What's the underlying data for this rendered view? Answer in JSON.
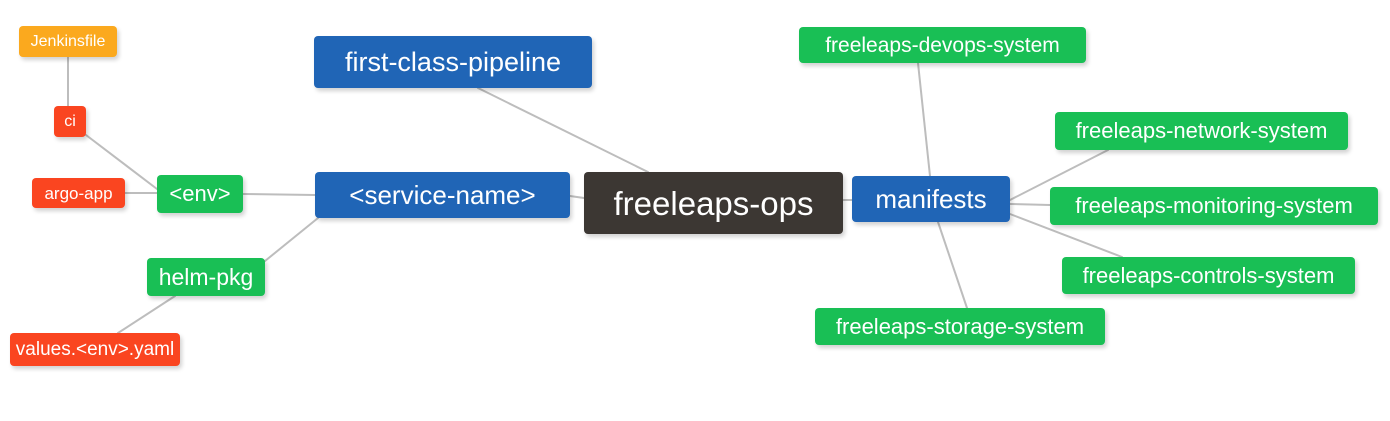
{
  "diagram": {
    "type": "mindmap",
    "title": "freeleaps-ops",
    "background": "#ffffff",
    "edge_color": "#bdbdbd",
    "palette": {
      "root": "#3c3733",
      "blue": "#2065b6",
      "green": "#19bf55",
      "orange": "#fba91e",
      "red": "#fa4520",
      "text": "#ffffff"
    }
  },
  "nodes": {
    "root": {
      "label": "freeleaps-ops"
    },
    "service_name": {
      "label": "<service-name>"
    },
    "first_class_pipeline": {
      "label": "first-class-pipeline"
    },
    "manifests": {
      "label": "manifests"
    },
    "env": {
      "label": "<env>"
    },
    "ci": {
      "label": "ci"
    },
    "jenkinsfile": {
      "label": "Jenkinsfile"
    },
    "argo_app": {
      "label": "argo-app"
    },
    "helm_pkg": {
      "label": "helm-pkg"
    },
    "values_yaml": {
      "label": "values.<env>.yaml"
    },
    "devops_system": {
      "label": "freeleaps-devops-system"
    },
    "network_system": {
      "label": "freeleaps-network-system"
    },
    "monitoring_system": {
      "label": "freeleaps-monitoring-system"
    },
    "controls_system": {
      "label": "freeleaps-controls-system"
    },
    "storage_system": {
      "label": "freeleaps-storage-system"
    }
  },
  "edges": [
    {
      "from": "root",
      "to": "service_name"
    },
    {
      "from": "root",
      "to": "first_class_pipeline"
    },
    {
      "from": "root",
      "to": "manifests"
    },
    {
      "from": "service_name",
      "to": "env"
    },
    {
      "from": "service_name",
      "to": "helm_pkg"
    },
    {
      "from": "env",
      "to": "ci"
    },
    {
      "from": "env",
      "to": "argo_app"
    },
    {
      "from": "ci",
      "to": "jenkinsfile"
    },
    {
      "from": "helm_pkg",
      "to": "values_yaml"
    },
    {
      "from": "manifests",
      "to": "devops_system"
    },
    {
      "from": "manifests",
      "to": "network_system"
    },
    {
      "from": "manifests",
      "to": "monitoring_system"
    },
    {
      "from": "manifests",
      "to": "controls_system"
    },
    {
      "from": "manifests",
      "to": "storage_system"
    }
  ]
}
